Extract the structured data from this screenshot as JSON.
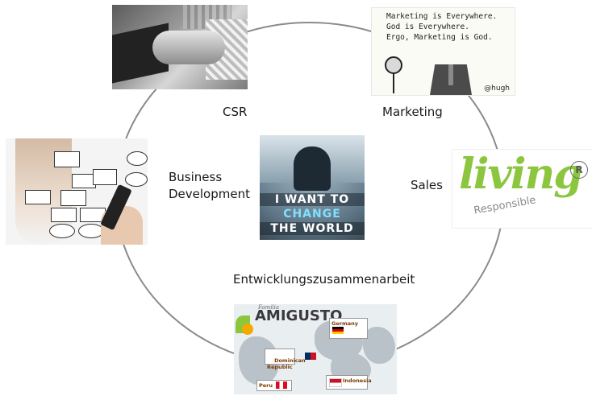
{
  "labels": {
    "csr": "CSR",
    "marketing": "Marketing",
    "business_development": "Business\nDevelopment",
    "sales": "Sales",
    "entwicklung": "Entwicklungszusammenarbeit"
  },
  "images": {
    "marketing_cartoon": {
      "lines": "Marketing is Everywhere.\nGod is Everywhere.\nErgo, Marketing is God.",
      "signature": "@hugh"
    },
    "center": {
      "line1": "I WANT TO",
      "line2": "CHANGE",
      "line3": "THE WORLD"
    },
    "living_logo": {
      "word": "living",
      "sub": "Responsible",
      "mark": "R"
    },
    "map": {
      "brand_small": "Familia",
      "brand": "AMIGUSTO",
      "germany": "Germany",
      "dominican": "Dominican\nRepublic",
      "peru": "Peru",
      "indonesia": "Indonesia"
    }
  },
  "colors": {
    "ring": "#8a8a8a",
    "living_green": "#8cc63f",
    "change_blue": "#7fe0ff"
  }
}
